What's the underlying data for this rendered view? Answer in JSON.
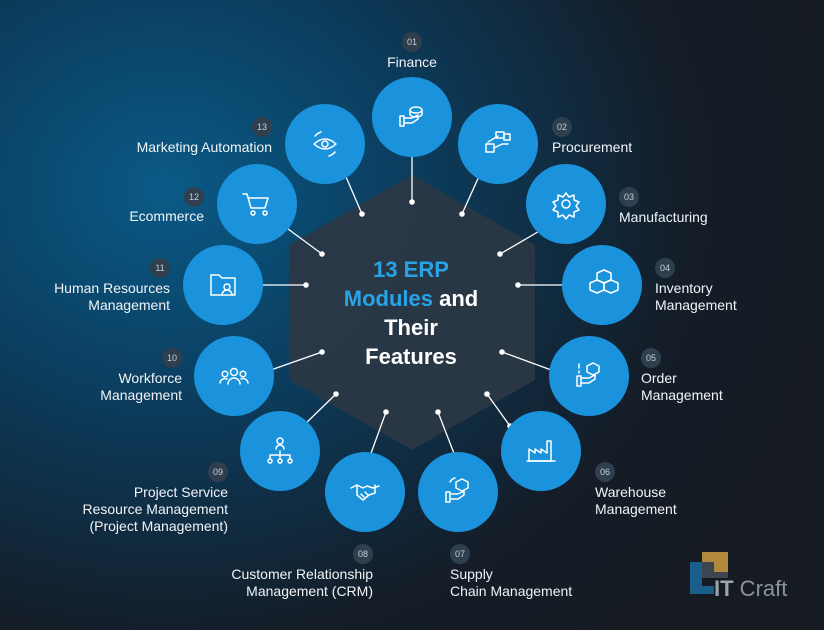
{
  "title": {
    "highlight_line1": "13 ERP",
    "highlight_line2a": "Modules",
    "line2b": " and",
    "line3": "Their",
    "line4": "Features"
  },
  "colors": {
    "circle": "#1a93dc",
    "accent": "#29a3e6",
    "hexagon": "#2b3744"
  },
  "modules": [
    {
      "num": "01",
      "label": "Finance",
      "icon": "coins-hand-icon"
    },
    {
      "num": "02",
      "label": "Procurement",
      "icon": "procurement-icon"
    },
    {
      "num": "03",
      "label": "Manufacturing",
      "icon": "gear-icon"
    },
    {
      "num": "04",
      "label": "Inventory\nManagement",
      "icon": "boxes-icon"
    },
    {
      "num": "05",
      "label": "Order\nManagement",
      "icon": "order-box-hand-icon"
    },
    {
      "num": "06",
      "label": "Warehouse\nManagement",
      "icon": "factory-icon"
    },
    {
      "num": "07",
      "label": "Supply\nChain Management",
      "icon": "supply-box-hand-icon"
    },
    {
      "num": "08",
      "label": "Customer Relationship\nManagement (CRM)",
      "icon": "handshake-icon"
    },
    {
      "num": "09",
      "label": "Project Service\nResource Management\n(Project Management)",
      "icon": "org-chart-icon"
    },
    {
      "num": "10",
      "label": "Workforce\nManagement",
      "icon": "team-icon"
    },
    {
      "num": "11",
      "label": "Human Resources\nManagement",
      "icon": "user-folder-icon"
    },
    {
      "num": "12",
      "label": "Ecommerce",
      "icon": "cart-icon"
    },
    {
      "num": "13",
      "label": "Marketing Automation",
      "icon": "eye-target-icon"
    }
  ],
  "logo": {
    "it": "IT",
    "craft": " Craft"
  }
}
